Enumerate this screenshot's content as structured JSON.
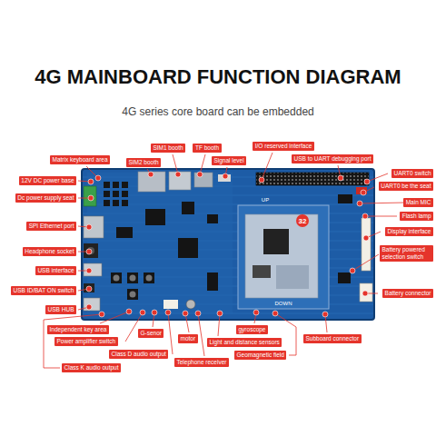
{
  "diagram": {
    "title": "4G MAINBOARD FUNCTION DIAGRAM",
    "caption": "4G series core board can be embedded",
    "nodes": [
      {
        "text": [
          "Matrix keyboard area"
        ]
      },
      {
        "text": [
          "SIM2 booth"
        ]
      },
      {
        "text": [
          "SIM1 booth"
        ]
      },
      {
        "text": [
          "TF booth"
        ]
      },
      {
        "text": [
          "Signal level"
        ]
      },
      {
        "text": [
          "I/O reserved interface"
        ]
      },
      {
        "text": [
          "USB to UART debugging port"
        ]
      },
      {
        "text": [
          "UART0 switch"
        ]
      },
      {
        "text": [
          "UART0 be the seat"
        ]
      },
      {
        "text": [
          "12V DC power base"
        ]
      },
      {
        "text": [
          "Dc power supply seat"
        ]
      },
      {
        "text": [
          "SPI Ethernet port"
        ]
      },
      {
        "text": [
          "Headphone socket"
        ]
      },
      {
        "text": [
          "USB interface"
        ]
      },
      {
        "text": [
          "USB ID/BAT ON switch"
        ]
      },
      {
        "text": [
          "USB HUB"
        ]
      },
      {
        "text": [
          "Independent key area"
        ]
      },
      {
        "text": [
          "Power amplifier switch"
        ]
      },
      {
        "text": [
          "G-senor"
        ]
      },
      {
        "text": [
          "Class D audio output"
        ]
      },
      {
        "text": [
          "Class K audio output"
        ]
      },
      {
        "text": [
          "motor"
        ]
      },
      {
        "text": [
          "Telephone receiver"
        ]
      },
      {
        "text": [
          "gyroscope"
        ]
      },
      {
        "text": [
          "Light and distance sensors"
        ]
      },
      {
        "text": [
          "Geomagnetic field"
        ]
      },
      {
        "text": [
          "Subboard connector"
        ]
      },
      {
        "text": [
          "Main MIC"
        ]
      },
      {
        "text": [
          "Flash lamp"
        ]
      },
      {
        "text": [
          "Display interface"
        ]
      },
      {
        "text": [
          "Battery powered selection switch"
        ]
      },
      {
        "text": [
          "Battery connector"
        ]
      }
    ],
    "labels": [
      "UP",
      "DOWN",
      "32"
    ]
  }
}
